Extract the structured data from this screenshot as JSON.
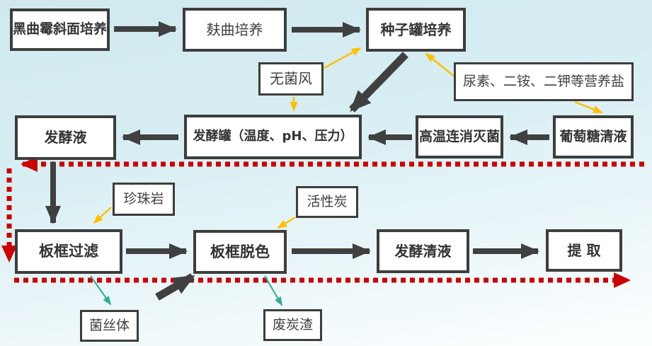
{
  "nodes": {
    "slant_culture": {
      "label": "黑曲霉斜面培养"
    },
    "bran_culture": {
      "label": "麸曲培养"
    },
    "seed_tank": {
      "label": "种子罐培养"
    },
    "sterile_air": {
      "label": "无菌风"
    },
    "nutrients": {
      "label": "尿素、二铵、二钾等营养盐"
    },
    "broth": {
      "label": "发酵液"
    },
    "fermenter": {
      "label": "发酵罐（温度、pH、压力）"
    },
    "sterilization": {
      "label": "高温连消灭菌"
    },
    "glucose": {
      "label": "葡萄糖清液"
    },
    "perlite": {
      "label": "珍珠岩"
    },
    "carbon": {
      "label": "活性炭"
    },
    "filter": {
      "label": "板框过滤"
    },
    "decolor": {
      "label": "板框脱色"
    },
    "clear_broth": {
      "label": "发酵清液"
    },
    "extraction": {
      "label": "提 取"
    },
    "mycelium": {
      "label": "菌丝体"
    },
    "waste_carbon": {
      "label": "废炭渣"
    }
  },
  "colors": {
    "flow_arrow": "#404040",
    "input_arrow": "#FFC000",
    "byproduct_arrow": "#2fae92",
    "boundary_line": "#CC0000",
    "box_border": "#3d3d3d",
    "background_top": "#cfe9ef",
    "background_bottom": "#fbfeff"
  }
}
